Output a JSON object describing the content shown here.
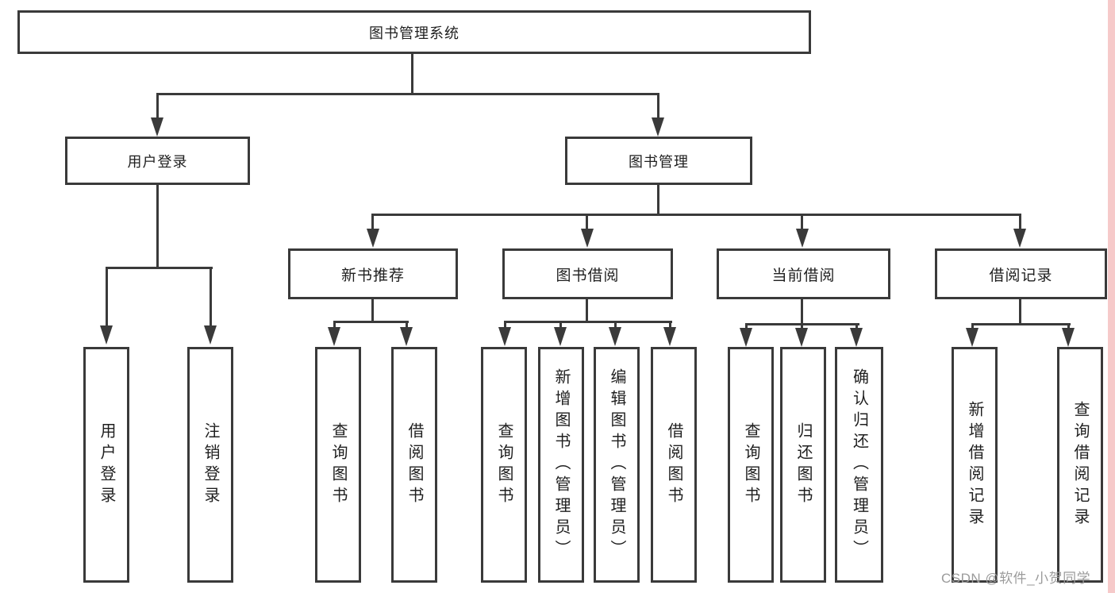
{
  "diagram": {
    "root": {
      "label": "图书管理系统"
    },
    "level2": [
      {
        "label": "用户登录"
      },
      {
        "label": "图书管理"
      }
    ],
    "level3": [
      {
        "label": "新书推荐"
      },
      {
        "label": "图书借阅"
      },
      {
        "label": "当前借阅"
      },
      {
        "label": "借阅记录"
      }
    ],
    "leaves": [
      {
        "label": "用户登录"
      },
      {
        "label": "注销登录"
      },
      {
        "label": "查询图书"
      },
      {
        "label": "借阅图书"
      },
      {
        "label": "查询图书"
      },
      {
        "label": "新增图书（管理员）"
      },
      {
        "label": "编辑图书（管理员）"
      },
      {
        "label": "借阅图书"
      },
      {
        "label": "查询图书"
      },
      {
        "label": "归还图书"
      },
      {
        "label": "确认归还（管理员）"
      },
      {
        "label": "新增借阅记录"
      },
      {
        "label": "查询借阅记录"
      }
    ]
  },
  "watermark": {
    "text": "CSDN @软件_小贺同学"
  },
  "colors": {
    "line": "#3a3a3a",
    "text": "#1f1f1f",
    "watermark_text": "#9b9b9b",
    "right_strip": "#f6caca",
    "background": "#ffffff"
  }
}
